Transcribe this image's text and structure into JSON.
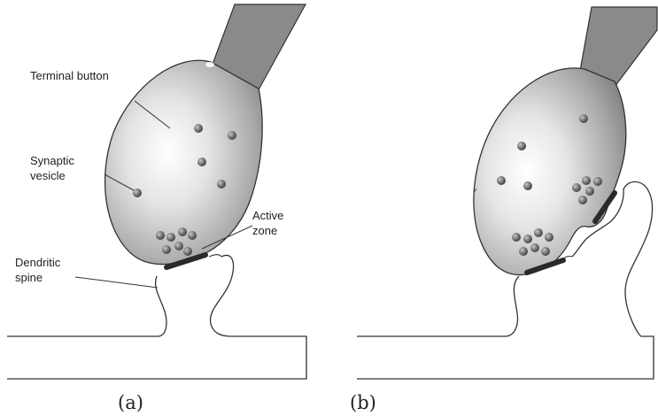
{
  "diagram": {
    "labels": {
      "terminal_button": "Terminal button",
      "synaptic_vesicle_line1": "Synaptic",
      "synaptic_vesicle_line2": "vesicle",
      "active_zone_line1": "Active",
      "active_zone_line2": "zone",
      "dendritic_spine_line1": "Dendritic",
      "dendritic_spine_line2": "spine"
    },
    "captions": {
      "a": "(a)",
      "b": "(b)"
    },
    "colors": {
      "outline": "#333333",
      "axon_fill": "#8a8a8a",
      "vesicle": "#707070",
      "active_zone": "#2a2a2a"
    }
  }
}
